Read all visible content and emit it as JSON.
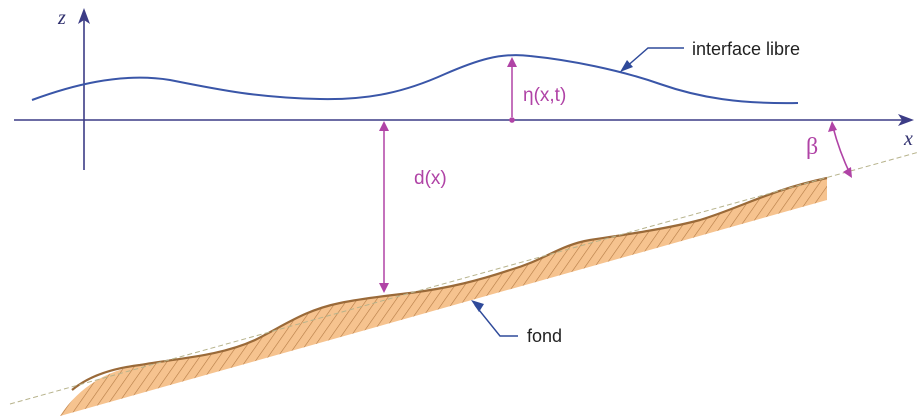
{
  "labels": {
    "z_axis": "z",
    "x_axis": "x",
    "eta": "η(x,t)",
    "depth": "d(x)",
    "beta": "β",
    "free_surface": "interface libre",
    "bottom": "fond"
  },
  "colors": {
    "axis": "#3c3c86",
    "free_surface": "#3a56a8",
    "annotation": "#b043a6",
    "bottom_fill": "#f6c38f",
    "bottom_outline": "#9a6a39",
    "hatch": "#b47a44",
    "slope_line": "#b7b38c",
    "callout_line": "#2f4a9a"
  },
  "icons": {
    "z_arrow": "arrow-up",
    "x_arrow": "arrow-right"
  }
}
